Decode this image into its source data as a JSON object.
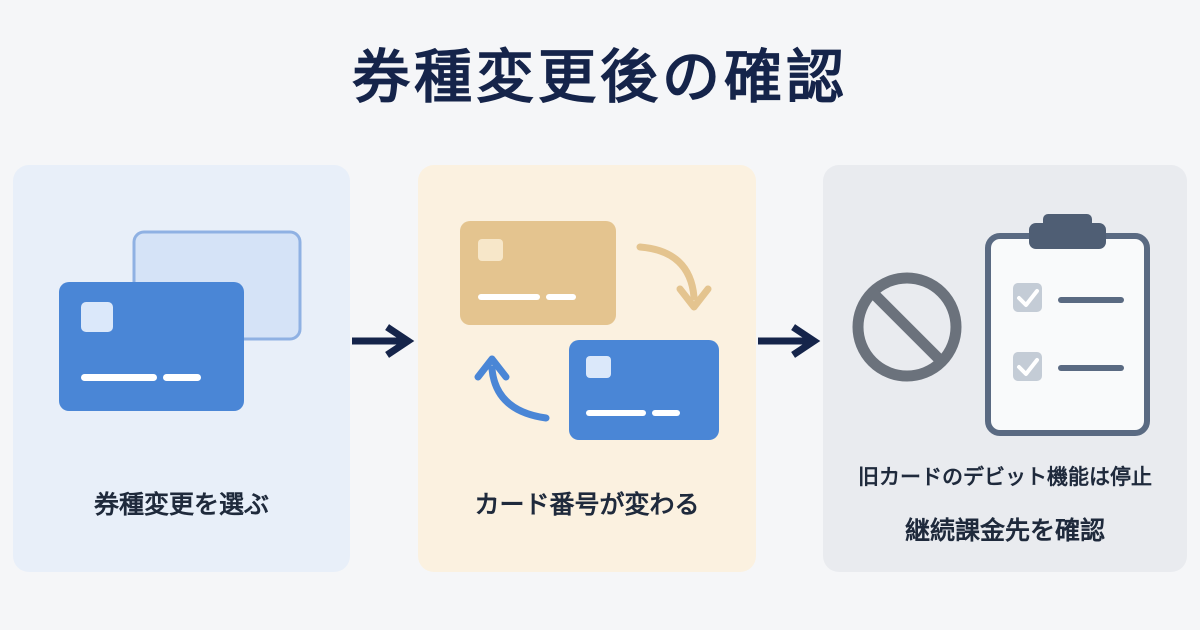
{
  "title": "券種変更後の確認",
  "steps": [
    {
      "label": "券種変更を選ぶ",
      "icon": "card-selection-icon"
    },
    {
      "label": "カード番号が変わる",
      "icon": "card-swap-icon"
    },
    {
      "label_line1": "旧カードのデビット機能は停止",
      "label_line2": "継続課金先を確認",
      "icon": "prohibited-checklist-icon"
    }
  ],
  "colors": {
    "title": "#15244a",
    "blue_card": "#4a86d6",
    "light_blue_card": "#d5e3f7",
    "gold_card": "#e4c48f",
    "arrow": "#15244a",
    "prohibited": "#6b727c",
    "clipboard": "#5a6a82"
  }
}
